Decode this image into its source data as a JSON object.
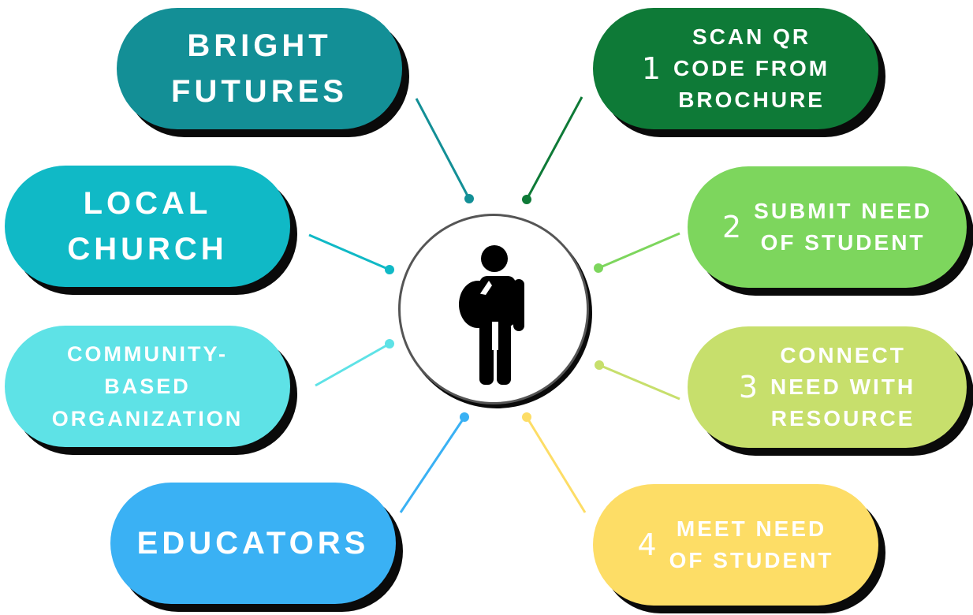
{
  "left_items": [
    {
      "label": "BRIGHT\nFUTURES",
      "color": "#138f96"
    },
    {
      "label": "LOCAL\nCHURCH",
      "color": "#10b9c6"
    },
    {
      "label": "COMMUNITY-\nBASED\nORGANIZATION",
      "color": "#5ee2e6"
    },
    {
      "label": "EDUCATORS",
      "color": "#3ab1f4"
    }
  ],
  "right_steps": [
    {
      "number": "1",
      "label": "SCAN QR\nCODE FROM\nBROCHURE",
      "color": "#0e7a37"
    },
    {
      "number": "2",
      "label": "SUBMIT NEED\nOF STUDENT",
      "color": "#7dd65d"
    },
    {
      "number": "3",
      "label": "CONNECT\nNEED WITH\nRESOURCE",
      "color": "#c7df6c"
    },
    {
      "number": "4",
      "label": "MEET NEED\nOF STUDENT",
      "color": "#fddd66"
    }
  ],
  "center": {
    "icon": "student-with-backpack-icon"
  }
}
